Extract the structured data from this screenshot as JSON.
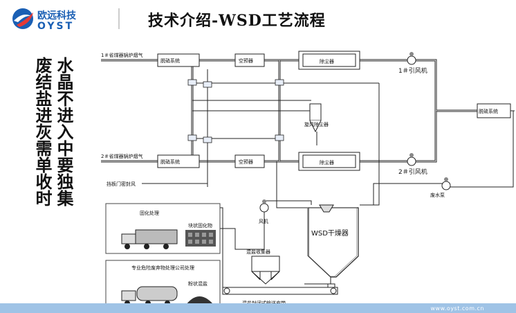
{
  "logo": {
    "cn": "欧远科技",
    "en": "OYST"
  },
  "title": "技术介绍-WSD工艺流程",
  "side_text": {
    "col1": "水晶不进入中要独集",
    "col2": "废结盐进灰需单收时"
  },
  "diagram": {
    "inlet1": "1＃省煤器锅炉烟气",
    "inlet2": "2＃省煤器锅炉烟气",
    "denitration": "脱硝系统",
    "air_preheater": "空预器",
    "dust_collector": "除尘器",
    "fan1": "1＃引风机",
    "fan2": "2＃引风机",
    "desulfurization": "脱硫系统",
    "cyclone": "旋风除尘器",
    "bypass": "挡板门密封风",
    "blower": "风机",
    "dryer": "WSD干燥器",
    "pump": "废水泵",
    "salt_collector": "混盐收集器",
    "conveyor": "混盐封闭式输送皮带",
    "solidify": "固化处理",
    "solid_block": "块状固化物",
    "hazard_company": "专业危险废弃物处理公司处理",
    "powder_salt": "粉状混盐"
  },
  "footer_url": "www.oyst.com.cn",
  "colors": {
    "logo_blue": "#1a5fb4",
    "logo_red": "#e53935",
    "footer": "#9fc3e6"
  }
}
